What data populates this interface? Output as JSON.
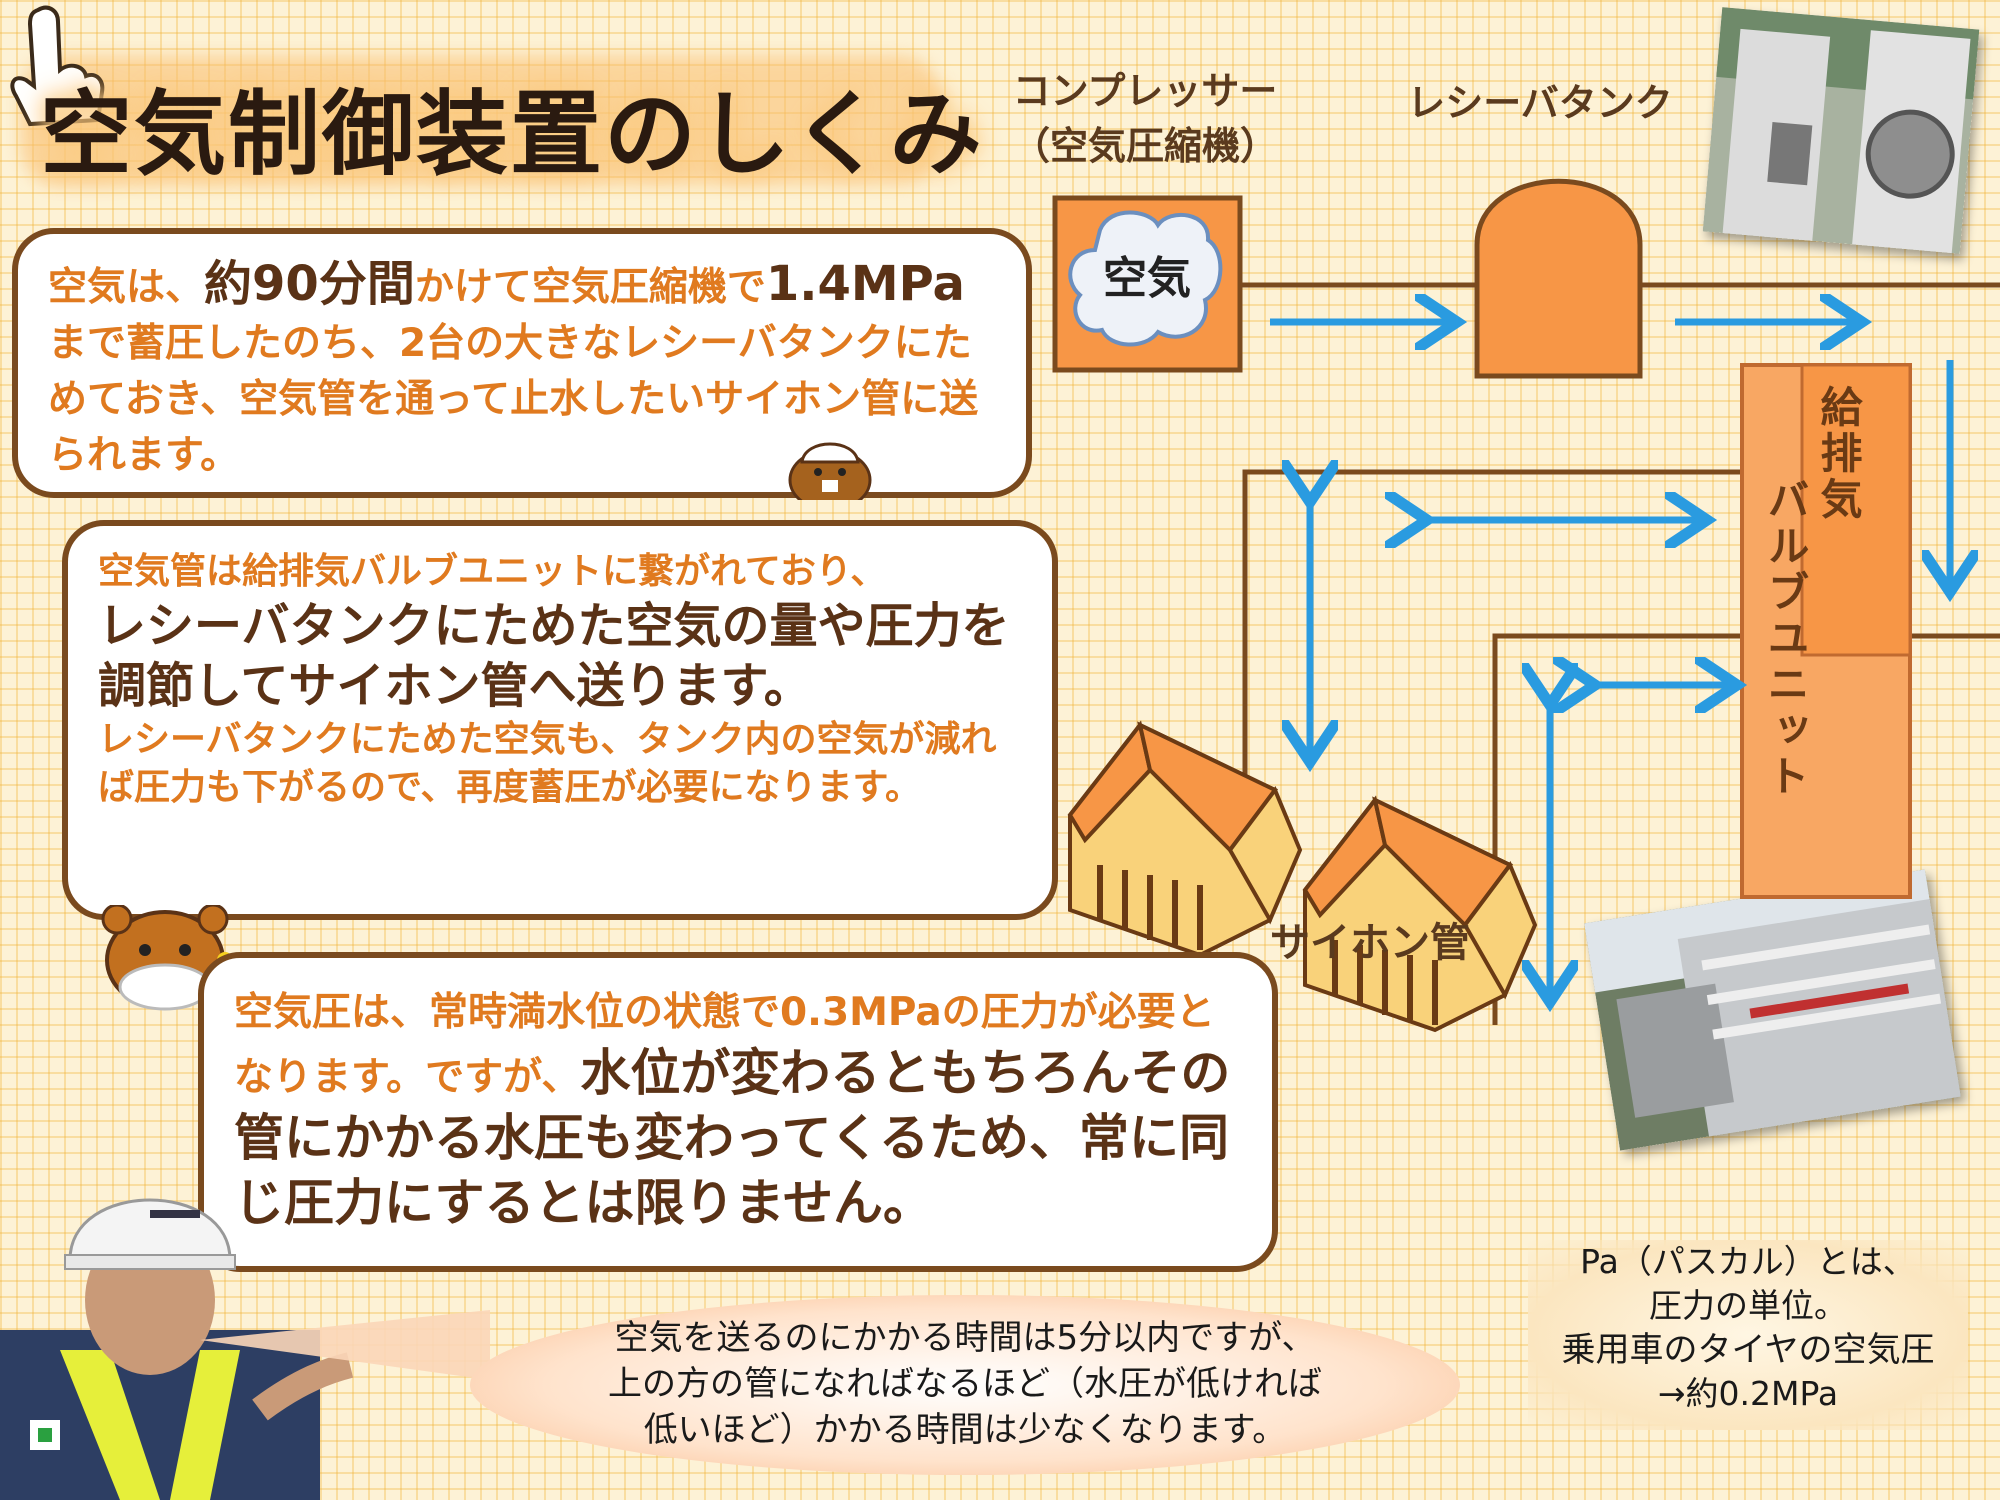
{
  "title": "空気制御装置のしくみ",
  "labels": {
    "compressor_line1": "コンプレッサー",
    "compressor_line2": "（空気圧縮機）",
    "receiver_tank": "レシーバタンク",
    "air_box": "空気",
    "valve_unit_a": "給排気",
    "valve_unit_b": "バルブユニット",
    "siphon_pipe": "サイホン管"
  },
  "callout1": {
    "p1": "空気は、",
    "p2": "約90分間",
    "p3": "かけて空気圧縮機で",
    "p4": "1.4MPa",
    "p5": "まで蓄圧したのち、2台の大きなレシーバタンクにためておき、空気管を通って止水したいサイホン管に送られます。"
  },
  "callout2": {
    "p1": "空気管は給排気バルブユニットに繋がれており、",
    "p2": "レシーバタンクにためた空気の量や圧力を調節してサイホン管へ送ります。",
    "p3": "レシーバタンクにためた空気も、タンク内の空気が減れば圧力も下がるので、再度蓄圧が必要になります。"
  },
  "callout3": {
    "p1": "空気圧は、常時満水位の状態で0.3MPaの圧力が必要となります。ですが、",
    "p2": "水位が変わるともちろんその管にかかる水圧も変わってくるため、常に同じ圧力にするとは限りません。"
  },
  "speech": {
    "line1": "空気を送るのにかかる時間は5分以内ですが、",
    "line2": "上の方の管になればなるほど（水圧が低ければ",
    "line3": "低いほど）かかる時間は少なくなります。"
  },
  "info": {
    "line1": "Pa（パスカル）とは、",
    "line2": "圧力の単位。",
    "line3": "乗用車のタイヤの空気圧",
    "line4": "→約0.2MPa"
  },
  "colors": {
    "orange": "#f79646",
    "brown": "#7a4a1e",
    "arrow_blue": "#2a9be0",
    "text_orange": "#e07a1f"
  }
}
